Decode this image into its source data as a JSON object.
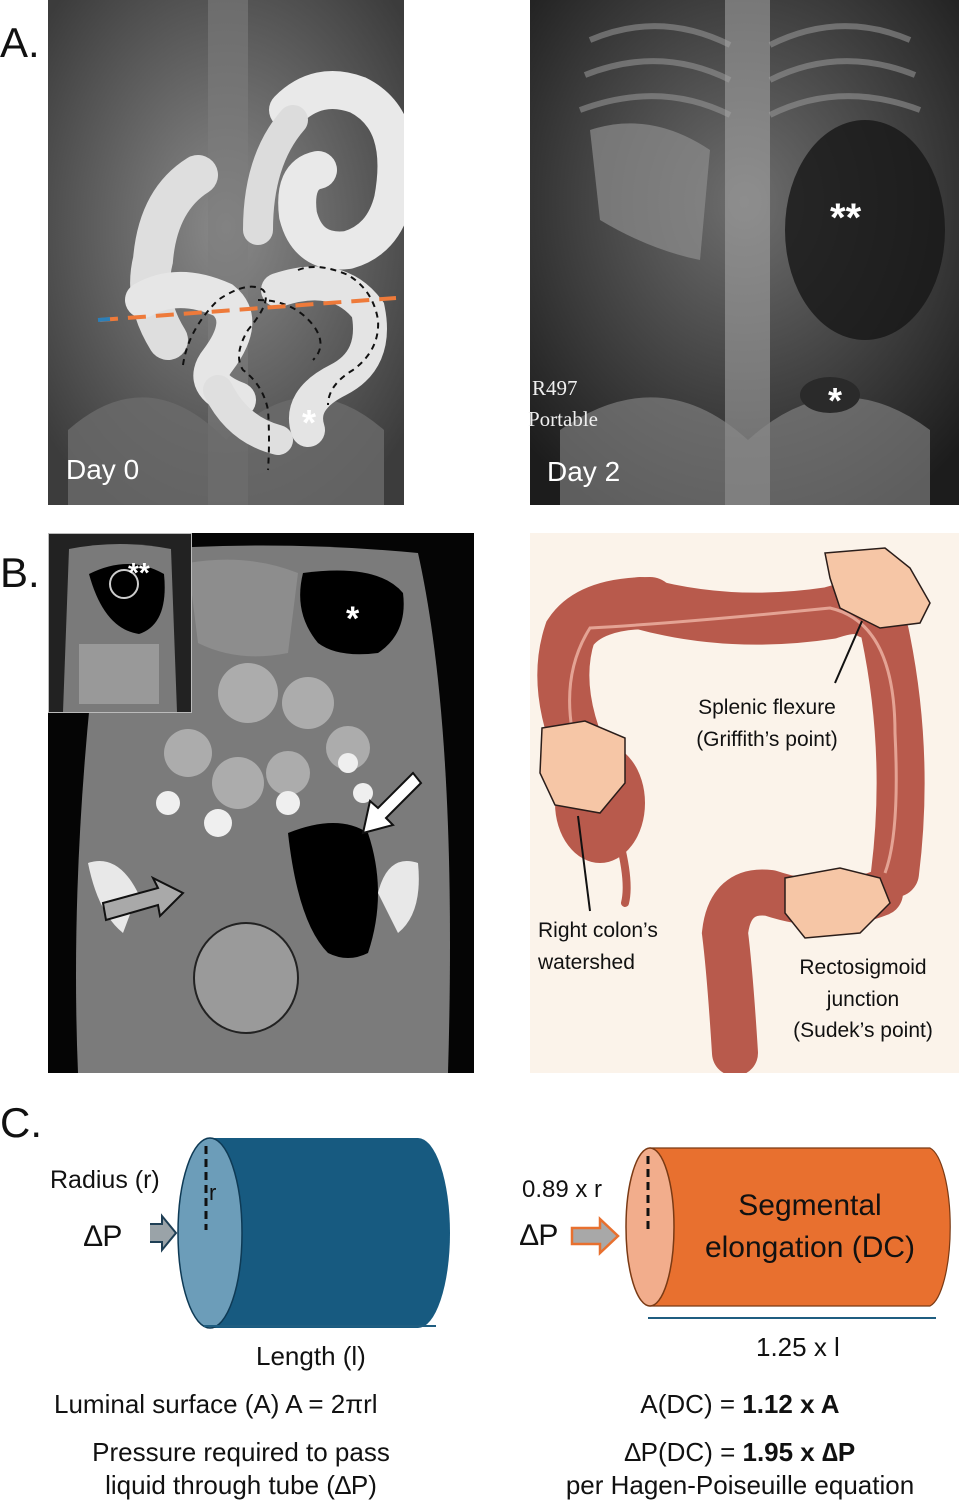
{
  "panels": {
    "a": {
      "letter": "A.",
      "left_label": "Day 0",
      "left_marker": "*",
      "right_label": "Day 2",
      "right_marker_double": "**",
      "right_marker_single": "*",
      "film_text_line1": "R497",
      "film_text_line2": "Portable"
    },
    "b": {
      "letter": "B.",
      "inset_marker": "**",
      "ct_marker": "*",
      "labels": {
        "splenic_line1": "Splenic flexure",
        "splenic_line2": "(Griffith’s point)",
        "right_colon_line1": "Right colon’s",
        "right_colon_line2": "watershed",
        "rectosigmoid_line1": "Rectosigmoid",
        "rectosigmoid_line2": "junction",
        "rectosigmoid_line3": "(Sudek’s point)"
      }
    },
    "c": {
      "letter": "C.",
      "left": {
        "radius_label": "Radius (r)",
        "r_symbol": "r",
        "pressure_label": "∆P",
        "length_label": "Length (l)",
        "surface_formula": "Luminal surface (A) A = 2πrl",
        "pressure_line1": "Pressure required to pass",
        "pressure_line2": "liquid through tube (∆P)"
      },
      "right": {
        "radius_label": "0.89 x r",
        "pressure_label": "∆P",
        "tube_line1": "Segmental",
        "tube_line2": "elongation (DC)",
        "length_label": "1.25 x l",
        "area_prefix": "A(DC) = ",
        "area_value": "1.12 x A",
        "pressure_prefix": "∆P(DC) = ",
        "pressure_value": "1.95 x ∆P",
        "equation_note": "per Hagen-Poiseuille equation"
      }
    }
  },
  "colors": {
    "tube_blue": "#175a80",
    "tube_blue_cap": "#6c9db9",
    "tube_orange": "#e8702f",
    "tube_orange_cap": "#f2ad8c",
    "dash_orange": "#ee7a3a",
    "colon": "#b85a4c",
    "highlight": "#f6c6a6",
    "underline": "#1f5d80"
  }
}
